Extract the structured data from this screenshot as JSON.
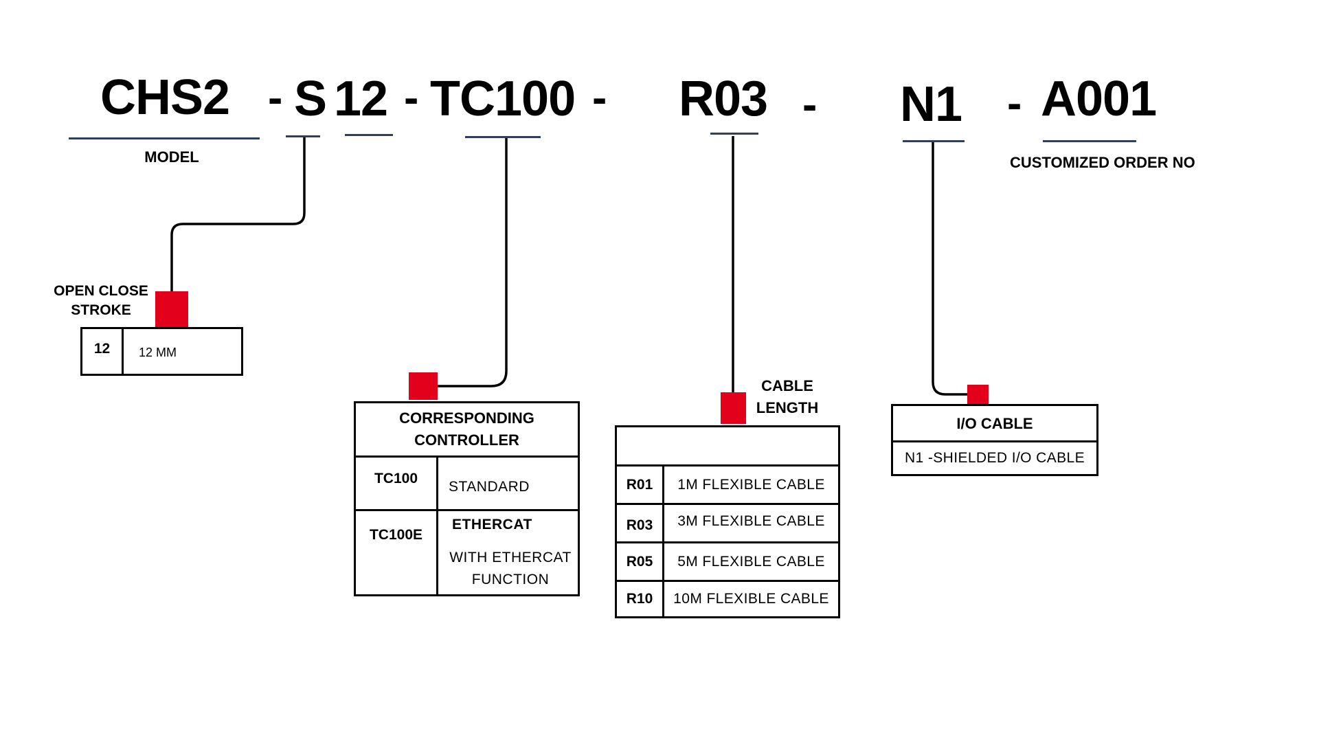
{
  "part_number": {
    "segments": [
      {
        "code": "CHS2",
        "caption": "MODEL"
      },
      {
        "code": "S"
      },
      {
        "code": "12"
      },
      {
        "code": "TC100"
      },
      {
        "code": "R03"
      },
      {
        "code": "N1"
      },
      {
        "code": "A001",
        "caption": "CUSTOMIZED ORDER NO"
      }
    ],
    "separator": "-"
  },
  "stroke": {
    "title_line1": "OPEN CLOSE",
    "title_line2": "STROKE",
    "rows": [
      {
        "code": "12",
        "desc": "12 MM"
      }
    ]
  },
  "controller": {
    "title_line1": "CORRESPONDING",
    "title_line2": "CONTROLLER",
    "rows": [
      {
        "code": "TC100",
        "desc": "STANDARD"
      },
      {
        "code": "TC100E",
        "desc_title": "ETHERCAT",
        "desc_line1": "WITH ETHERCAT",
        "desc_line2": "FUNCTION"
      }
    ]
  },
  "cable_length": {
    "title_line1": "CABLE",
    "title_line2": "LENGTH",
    "rows": [
      {
        "code": "R01",
        "desc": "1M FLEXIBLE CABLE"
      },
      {
        "code": "R03",
        "desc": "3M FLEXIBLE CABLE"
      },
      {
        "code": "R05",
        "desc": "5M FLEXIBLE CABLE"
      },
      {
        "code": "R10",
        "desc": "10M FLEXIBLE CABLE"
      }
    ]
  },
  "io_cable": {
    "title": "I/O CABLE",
    "rows": [
      {
        "desc": "N1 -SHIELDED I/O CABLE"
      }
    ]
  },
  "colors": {
    "marker": "#e3001b",
    "underline": "#2e3e5c",
    "line": "#000000"
  }
}
